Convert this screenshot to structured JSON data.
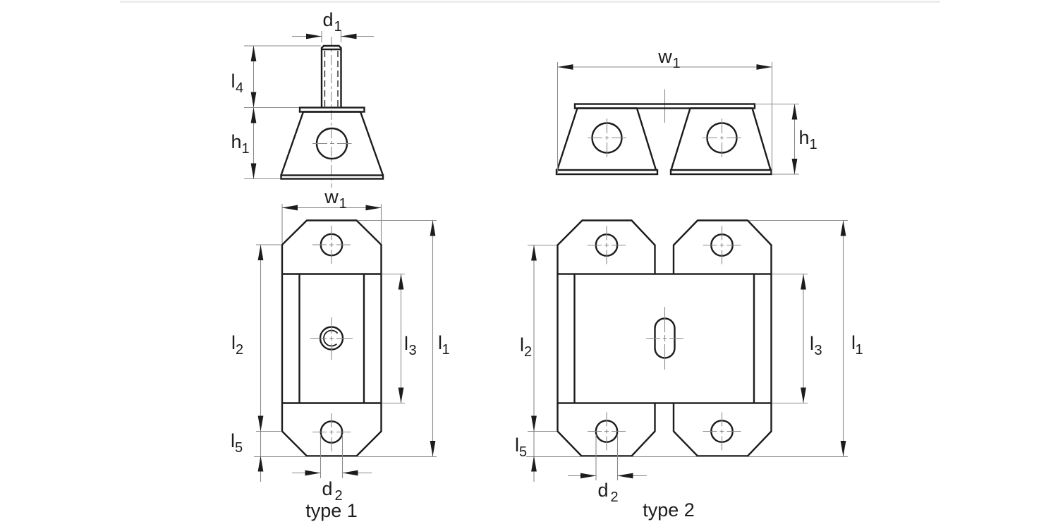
{
  "colors": {
    "background": "#ffffff",
    "object_line": "#1c1c1c",
    "thin_line": "#8a8a8a",
    "top_rule": "#ededed"
  },
  "labels": {
    "d1": {
      "base": "d",
      "sub": "1"
    },
    "d2": {
      "base": "d",
      "sub": "2"
    },
    "w1": {
      "base": "w",
      "sub": "1"
    },
    "h1": {
      "base": "h",
      "sub": "1"
    },
    "l1": {
      "base": "l",
      "sub": "1"
    },
    "l2": {
      "base": "l",
      "sub": "2"
    },
    "l3": {
      "base": "l",
      "sub": "3"
    },
    "l4": {
      "base": "l",
      "sub": "4"
    },
    "l5": {
      "base": "l",
      "sub": "5"
    }
  },
  "captions": {
    "type1": "type 1",
    "type2": "type 2"
  }
}
